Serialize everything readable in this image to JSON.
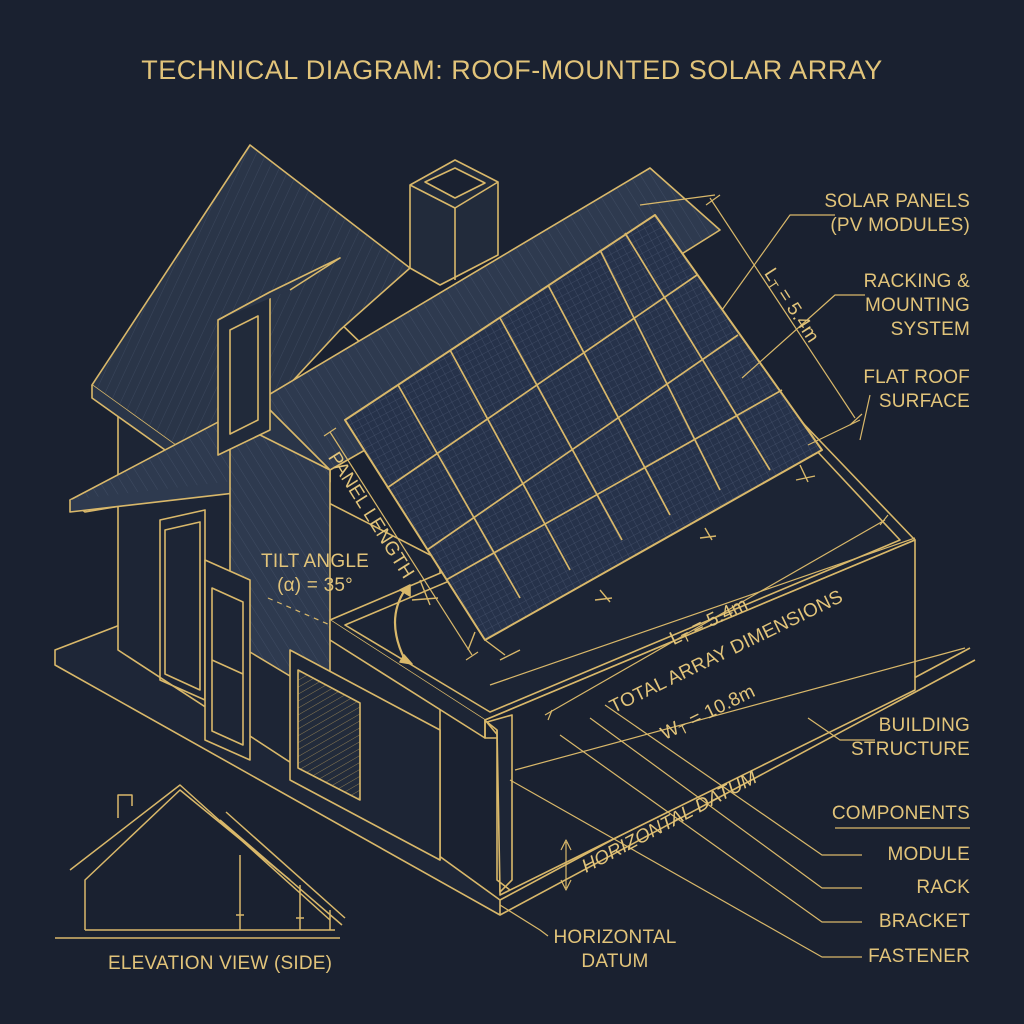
{
  "title": "TECHNICAL DIAGRAM: ROOF-MOUNTED SOLAR ARRAY",
  "colors": {
    "background": "#1a2130",
    "line": "#d9b86a",
    "roof": "#2e3a4f",
    "panel": "#26324a"
  },
  "labels": {
    "solar_panels": [
      "SOLAR PANELS",
      "(PV MODULES)"
    ],
    "racking": [
      "RACKING &",
      "MOUNTING",
      "SYSTEM"
    ],
    "flat_roof": [
      "FLAT ROOF",
      "SURFACE"
    ],
    "building": [
      "BUILDING",
      "STRUCTURE"
    ],
    "horizontal_datum_bottom": [
      "HORIZONTAL",
      "DATUM"
    ],
    "elevation_view": "ELEVATION VIEW (SIDE)"
  },
  "components": {
    "heading": "COMPONENTS",
    "items": [
      "MODULE",
      "RACK",
      "BRACKET",
      "FASTENER"
    ]
  },
  "dimensions": {
    "panel_length_label": "PANEL LENGTH",
    "tilt_line1": "TILT ANGLE",
    "tilt_line2": "(α) = 35°",
    "diag_length_prefix": "L",
    "diag_length_sub": "T",
    "diag_length_value": " = 5.4m",
    "total_heading": "TOTAL ARRAY DIMENSIONS",
    "total_length_prefix": "L",
    "total_length_sub": "T",
    "total_length_value": " = 5.4m",
    "total_width_prefix": "W",
    "total_width_sub": "T",
    "total_width_value": " = 10.8m",
    "horizontal_datum_diag": "HORIZONTAL DATUM"
  }
}
